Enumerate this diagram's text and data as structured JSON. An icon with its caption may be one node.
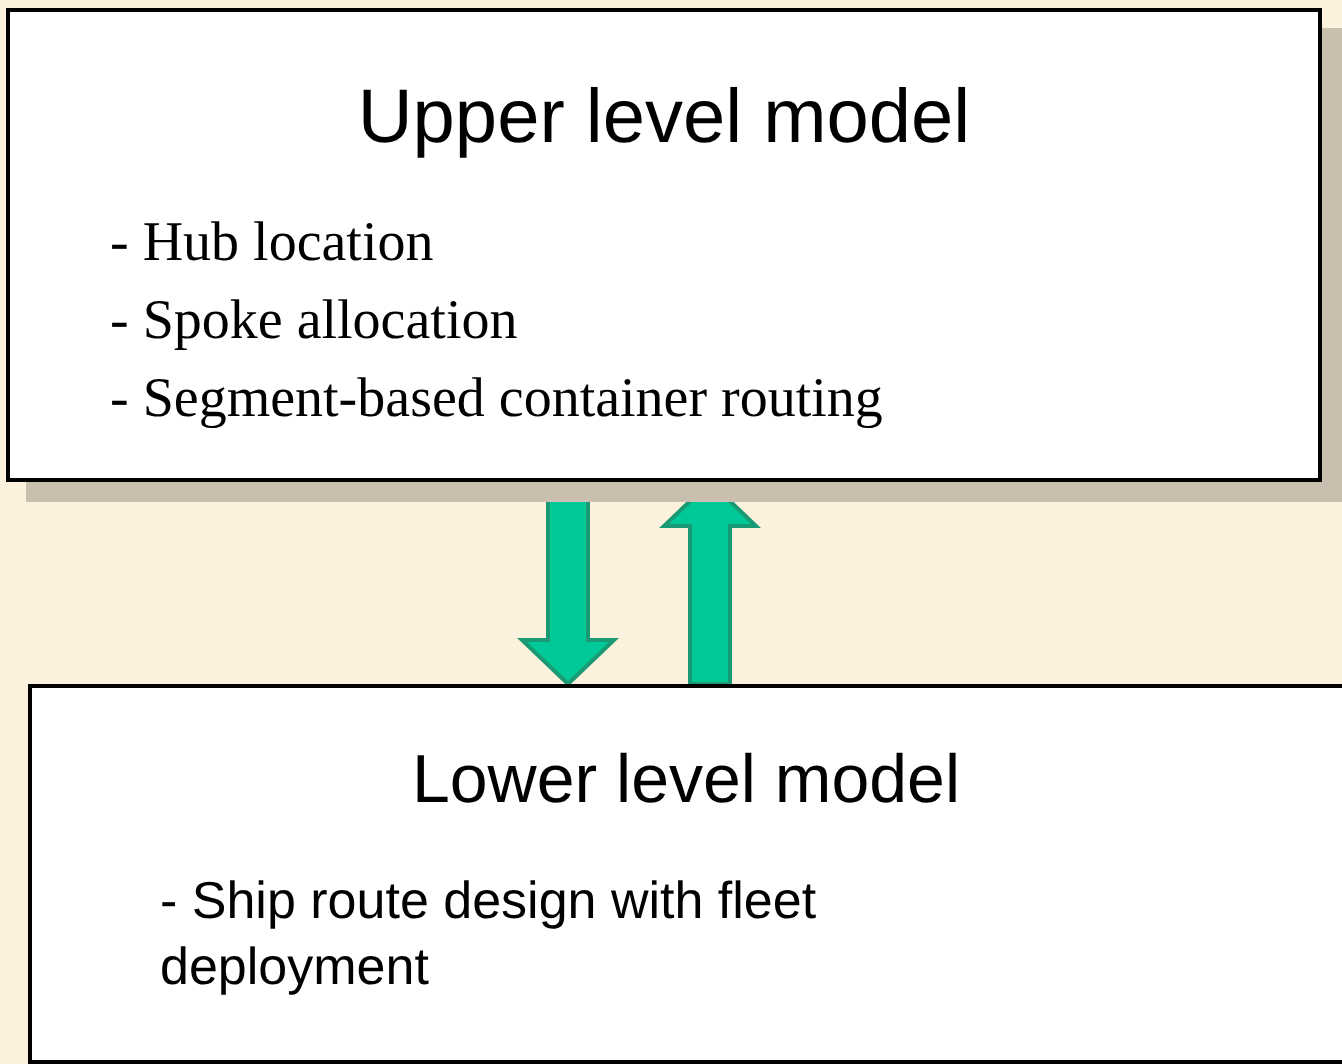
{
  "diagram": {
    "nodes": [
      {
        "text": [
          "Upper level model",
          "- Hub location",
          "- Spoke allocation",
          "- Segment-based container routing"
        ]
      },
      {
        "text": [
          "Lower level model",
          "- Ship route design with fleet deployment"
        ]
      }
    ],
    "edges": [
      {
        "from": 0,
        "to": 1,
        "arrow": "to"
      },
      {
        "from": 1,
        "to": 0,
        "arrow": "to"
      }
    ]
  }
}
